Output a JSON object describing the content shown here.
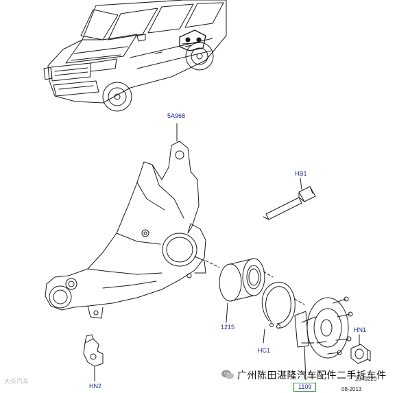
{
  "callouts": {
    "knuckle": "5A968",
    "hub_bolt": "HB1",
    "bearing": "1215",
    "circlip": "HC1",
    "hub_nut": "HN1",
    "sensor_nut": "HN2",
    "hub": "1109"
  },
  "meta": {
    "drawing_number": "2040220",
    "date": "08-2013"
  },
  "footer": {
    "wechat_account": "广州陈田湛隆汽车配件二手拆车件",
    "watermark": "大众汽车"
  },
  "colors": {
    "line": "#1a1a1a",
    "callout_text": "#1b2a8f",
    "highlight_box": "#2e8b2e"
  }
}
